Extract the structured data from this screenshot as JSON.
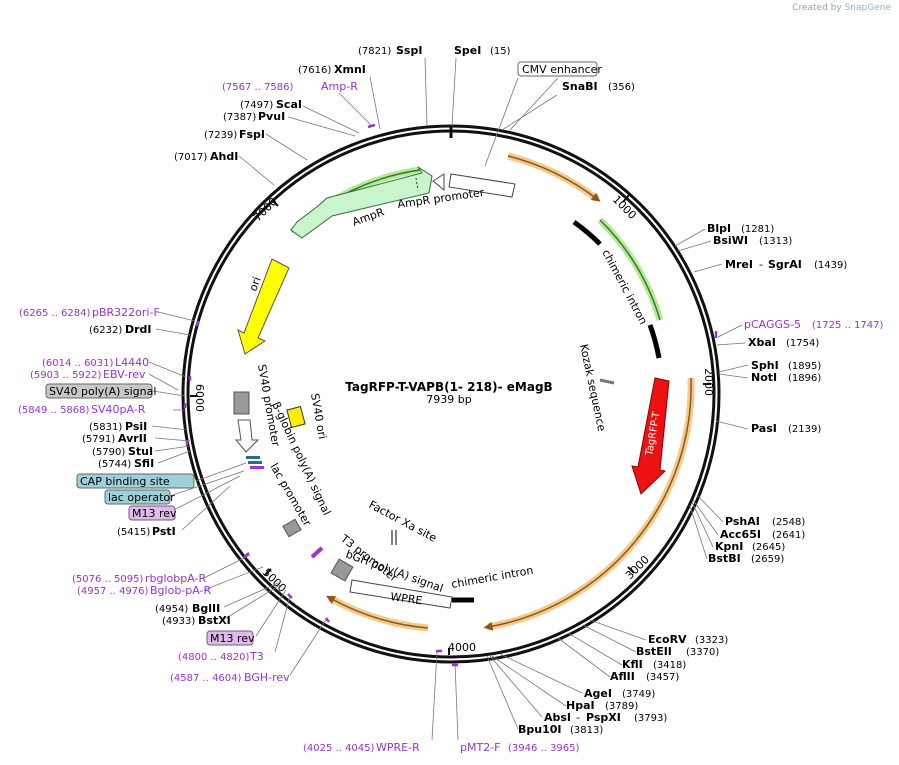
{
  "app": {
    "credit_prefix": "Created by",
    "credit_brand": "SnapGene"
  },
  "map": {
    "name": "TagRFP-T-VAPB(1- 218)- eMagB",
    "length": "7939 bp",
    "ticks": [
      "1000",
      "2000",
      "3000",
      "4000",
      "5000",
      "6000",
      "7000"
    ]
  },
  "features": {
    "cmv_enhancer": "CMV enhancer",
    "chimeric_intron_1": "chimeric intron",
    "kozak": "Kozak sequence",
    "tagrfp": "TagRFP-T",
    "chimeric_intron_2": "chimeric intron",
    "wpre": "WPRE",
    "bgh": "bGH poly(A) signal",
    "t3": "T3 promoter",
    "factor_xa": "Factor Xa site",
    "lac_promoter": "lac promoter",
    "beta_globin": "β-globin poly(A) signal",
    "sv40_promoter": "SV40 promoter",
    "sv40_ori": "SV40 ori",
    "ori": "ori",
    "ampr": "AmpR",
    "ampr_promoter": "AmpR promoter"
  },
  "boxes": {
    "sv40_polya": "SV40 poly(A) signal",
    "cap": "CAP binding site",
    "lac_operator": "lac operator",
    "m13_rev_1": "M13 rev",
    "m13_rev_2": "M13 rev",
    "cmv": "CMV enhancer"
  },
  "sites": {
    "sspi": {
      "pos": "(7821)",
      "name": "SspI"
    },
    "spei": {
      "pos": "(15)",
      "name": "SpeI"
    },
    "xmni": {
      "pos": "(7616)",
      "name": "XmnI"
    },
    "snabi": {
      "pos": "(356)",
      "name": "SnaBI"
    },
    "scai": {
      "pos": "(7497)",
      "name": "ScaI"
    },
    "pvui": {
      "pos": "(7387)",
      "name": "PvuI"
    },
    "fspi": {
      "pos": "(7239)",
      "name": "FspI"
    },
    "ahdi": {
      "pos": "(7017)",
      "name": "AhdI"
    },
    "blpi": {
      "pos": "(1281)",
      "name": "BlpI"
    },
    "bsiwi": {
      "pos": "(1313)",
      "name": "BsiWI"
    },
    "mrei": {
      "pos": "(1439)",
      "name": "MreI",
      "name2": "SgrAI"
    },
    "xbai": {
      "pos": "(1754)",
      "name": "XbaI"
    },
    "sphi": {
      "pos": "(1895)",
      "name": "SphI"
    },
    "noti": {
      "pos": "(1896)",
      "name": "NotI"
    },
    "pasi": {
      "pos": "(2139)",
      "name": "PasI"
    },
    "drdi": {
      "pos": "(6232)",
      "name": "DrdI"
    },
    "psii": {
      "pos": "(5831)",
      "name": "PsiI"
    },
    "avrii": {
      "pos": "(5791)",
      "name": "AvrII"
    },
    "stui": {
      "pos": "(5790)",
      "name": "StuI"
    },
    "sfii": {
      "pos": "(5744)",
      "name": "SfiI"
    },
    "psti": {
      "pos": "(5415)",
      "name": "PstI"
    },
    "pshai": {
      "pos": "(2548)",
      "name": "PshAI"
    },
    "acc65i": {
      "pos": "(2641)",
      "name": "Acc65I"
    },
    "kpni": {
      "pos": "(2645)",
      "name": "KpnI"
    },
    "bstbi": {
      "pos": "(2659)",
      "name": "BstBI"
    },
    "ecorv": {
      "pos": "(3323)",
      "name": "EcoRV"
    },
    "bsteii": {
      "pos": "(3370)",
      "name": "BstEII"
    },
    "kfli": {
      "pos": "(3418)",
      "name": "KflI"
    },
    "aflii": {
      "pos": "(3457)",
      "name": "AflII"
    },
    "agei": {
      "pos": "(3749)",
      "name": "AgeI"
    },
    "hpai": {
      "pos": "(3789)",
      "name": "HpaI"
    },
    "absi": {
      "pos": "(3793)",
      "name": "AbsI",
      "name2": "PspXI"
    },
    "bpu10i": {
      "pos": "(3813)",
      "name": "Bpu10I"
    },
    "bglii": {
      "pos": "(4954)",
      "name": "BglII"
    },
    "bstxi": {
      "pos": "(4933)",
      "name": "BstXI"
    }
  },
  "primers": {
    "ampr_primer": {
      "range": "(7567 .. 7586)",
      "name": "Amp-R"
    },
    "pbr322": {
      "range": "(6265 .. 6284)",
      "name": "pBR322ori-F"
    },
    "l4440": {
      "range": "(6014 .. 6031)",
      "name": "L4440"
    },
    "ebv": {
      "range": "(5903 .. 5922)",
      "name": "EBV-rev"
    },
    "sv40pa": {
      "range": "(5849 .. 5868)",
      "name": "SV40pA-R"
    },
    "pcaggs": {
      "name": "pCAGGS-5",
      "range": "(1725 .. 1747)"
    },
    "rbglob": {
      "range": "(5076 .. 5095)",
      "name": "rbglobpA-R"
    },
    "bglob": {
      "range": "(4957 .. 4976)",
      "name": "Bglob-pA-R"
    },
    "t3": {
      "range": "(4800 .. 4820)",
      "name": "T3"
    },
    "bgh": {
      "range": "(4587 .. 4604)",
      "name": "BGH-rev"
    },
    "wpre": {
      "range": "(4025 .. 4045)",
      "name": "WPRE-R"
    },
    "pmt2": {
      "name": "pMT2-F",
      "range": "(3946 .. 3965)"
    }
  },
  "colors": {
    "backbone": "#111111",
    "orange_primer": "#f5b865",
    "green_primer": "#90d86b",
    "ampr_fill": "#c8f5cc",
    "ori_fill": "#ffff00",
    "tagrfp_fill": "#ee1111",
    "purple": "#9933cc",
    "cap_fill": "#9ed0da",
    "m13_fill": "#e2b8ef"
  }
}
